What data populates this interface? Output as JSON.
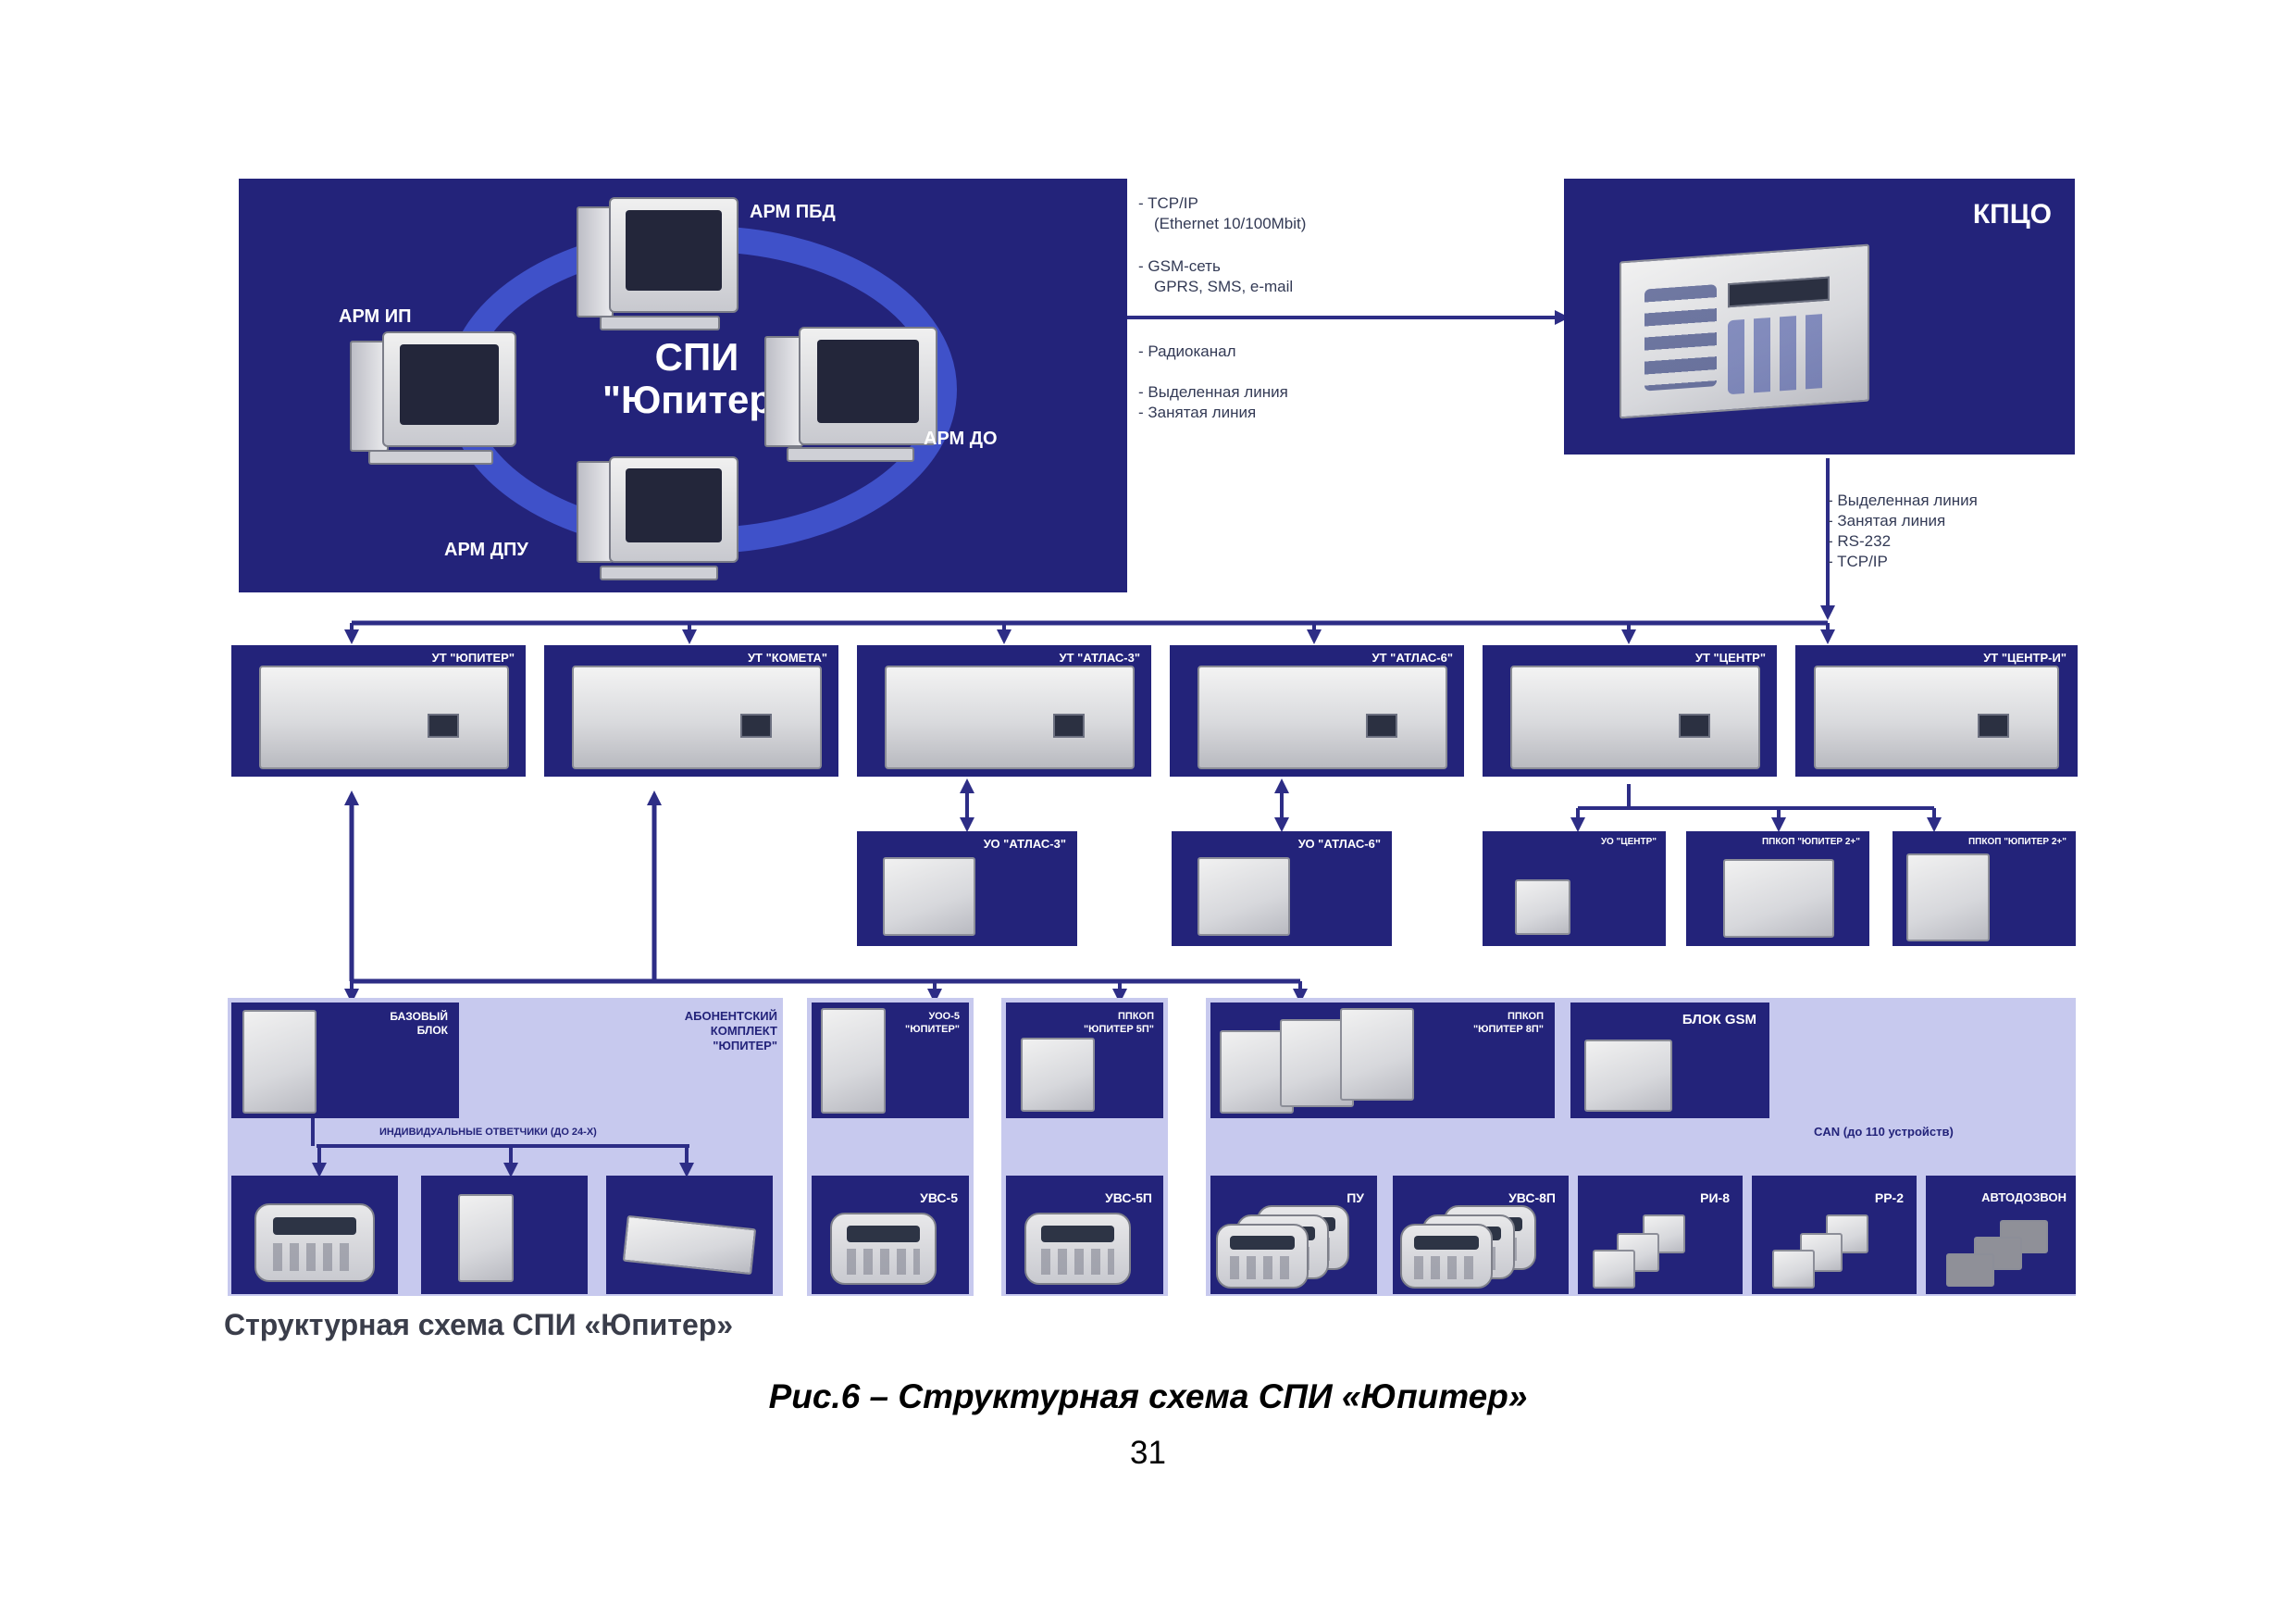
{
  "diagram": {
    "core": {
      "title": "СПИ\n\"Юпитер\"",
      "title_line1": "СПИ",
      "title_line2": "\"Юпитер\"",
      "workstations": [
        "АРМ ПБД",
        "АРМ ИП",
        "АРМ ДО",
        "АРМ ДПУ"
      ]
    },
    "channels_top": [
      "- TCP/IP",
      "(Ethernet 10/100Mbit)",
      "- GSM-сеть",
      "GPRS, SMS, e-mail",
      "- Радиоканал",
      "- Выделенная линия",
      "- Занятая линия"
    ],
    "kpco": {
      "title": "КПЦО"
    },
    "channels_right": [
      "- Выделенная линия",
      "- Занятая линия",
      "- RS-232",
      "- TCP/IP"
    ],
    "ut_units": [
      "УТ \"ЮПИТЕР\"",
      "УТ \"КОМЕТА\"",
      "УТ \"АТЛАС-3\"",
      "УТ \"АТЛАС-6\"",
      "УТ \"ЦЕНТР\"",
      "УТ \"ЦЕНТР-И\""
    ],
    "uo_units": [
      "УО \"АТЛАС-3\"",
      "УО \"АТЛАС-6\"",
      "УО \"ЦЕНТР\"",
      "ППКОП \"ЮПИТЕР 2+\"",
      "ППКОП \"ЮПИТЕР 2+\""
    ],
    "subscriber": {
      "base_block": "БАЗОВЫЙ\nБЛОК",
      "base_block_l1": "БАЗОВЫЙ",
      "base_block_l2": "БЛОК",
      "kit_l1": "АБОНЕНТСКИЙ",
      "kit_l2": "КОМПЛЕКТ",
      "kit_l3": "\"ЮПИТЕР\"",
      "responders": "ИНДИВИДУАЛЬНЫЕ ОТВЕТЧИКИ (ДО 24-Х)"
    },
    "uoo5": {
      "l1": "УОО-5",
      "l2": "\"ЮПИТЕР\""
    },
    "ppkop5p": {
      "l1": "ППКОП",
      "l2": "\"ЮПИТЕР 5П\""
    },
    "ppkop8p": {
      "l1": "ППКОП",
      "l2": "\"ЮПИТЕР 8П\""
    },
    "gsm_block": "БЛОК GSM",
    "can_bus": "CAN (до 110 устройств)",
    "uvs5": "УВС-5",
    "uvs5p": "УВС-5П",
    "bottom_units": [
      "ПУ",
      "УВС-8П",
      "РИ-8",
      "РР-2",
      "АВТОДОЗВОН"
    ],
    "inner_caption": "Структурная схема СПИ «Юпитер»"
  },
  "figure_caption": "Рис.6 – Структурная схема СПИ «Юпитер»",
  "page_number": "31",
  "colors": {
    "panel_dark": "#23237a",
    "panel_light": "#c7c9ee",
    "connector": "#2d2d86",
    "ring": "#3f51c9"
  }
}
